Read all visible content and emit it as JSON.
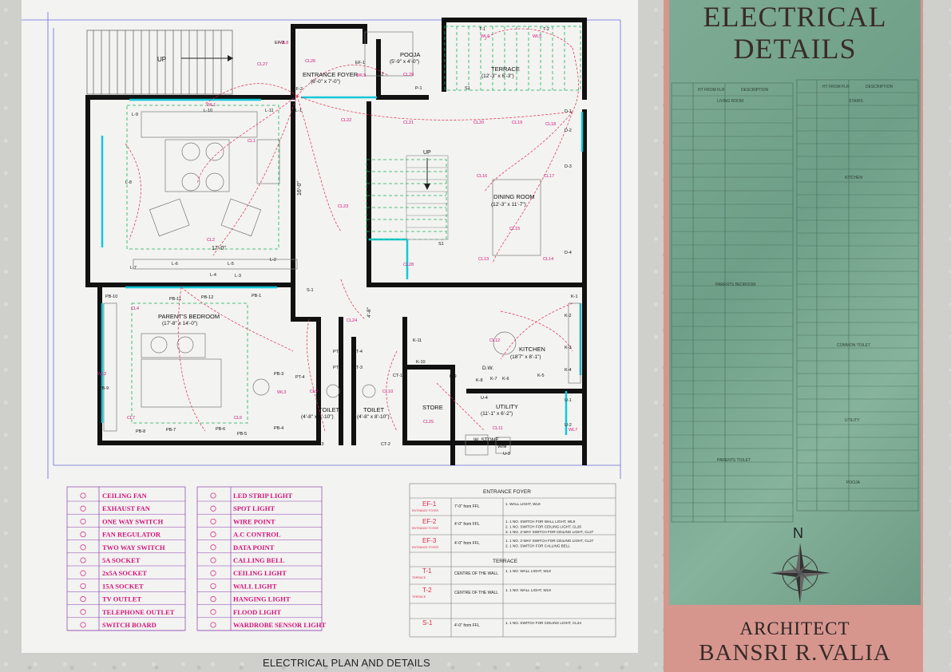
{
  "caption": "ELECTRICAL PLAN AND DETAILS",
  "panel": {
    "title_line1": "ELECTRICAL",
    "title_line2": "DETAILS",
    "architect_label": "ARCHITECT",
    "architect_name": "BANSRI R.VALIA",
    "north": "N"
  },
  "rooms": {
    "entrance": {
      "name": "ENTRANCE FOYER",
      "dim": "(8'-0\" x 7'-0\")"
    },
    "pooja": {
      "name": "POOJA",
      "dim": "(5'-9\" x 4'-0\")"
    },
    "terrace": {
      "name": "TERRACE",
      "dim": "(12'-3\" x 6'-3\")"
    },
    "dining": {
      "name": "DINING ROOM",
      "dim": "(12'-3\" x 11'-7\")"
    },
    "parents": {
      "name": "PARENT'S BEDROOM",
      "dim": "(17'-8\" x 14'-0\")"
    },
    "kitchen": {
      "name": "KITCHEN",
      "dim": "(18'7\" x 8'-1\")"
    },
    "toilet1": {
      "name": "TOILET",
      "dim": "(4'-8\" x 8'-10\")"
    },
    "toilet2": {
      "name": "TOILET",
      "dim": "(4'-8\" x 8'-10\")"
    },
    "store": {
      "name": "STORE"
    },
    "utility": {
      "name": "UTILITY",
      "dim": "(11'-1\" x 6'-2\")"
    },
    "up1": "UP",
    "up2": "UP",
    "dim17": "17'-0\"",
    "dim16": "16'-0\"",
    "dim4": "4'-8\"",
    "wstone": "W. STONE",
    "wm": "WM",
    "dw": "D.W."
  },
  "legend_left": [
    {
      "label": "CEILING FAN",
      "icon": "ceiling-fan-icon"
    },
    {
      "label": "EXHAUST FAN",
      "icon": "exhaust-fan-icon"
    },
    {
      "label": "ONE WAY SWITCH",
      "icon": "one-way-switch-icon"
    },
    {
      "label": "FAN REGULATOR",
      "icon": "fan-regulator-icon"
    },
    {
      "label": "TWO WAY SWITCH",
      "icon": "two-way-switch-icon"
    },
    {
      "label": "5A SOCKET",
      "icon": "socket-5a-icon"
    },
    {
      "label": "2x5A SOCKET",
      "icon": "socket-2x5a-icon"
    },
    {
      "label": "15A SOCKET",
      "icon": "socket-15a-icon"
    },
    {
      "label": "TV OUTLET",
      "icon": "tv-outlet-icon"
    },
    {
      "label": "TELEPHONE OUTLET",
      "icon": "telephone-outlet-icon"
    },
    {
      "label": "SWITCH BOARD",
      "icon": "switch-board-icon"
    }
  ],
  "legend_right": [
    {
      "label": "LED STRIP LIGHT",
      "icon": "led-strip-icon"
    },
    {
      "label": "SPOT LIGHT",
      "icon": "spot-light-icon"
    },
    {
      "label": "WIRE POINT",
      "icon": "wire-point-icon"
    },
    {
      "label": "A.C CONTROL",
      "icon": "ac-control-icon"
    },
    {
      "label": "DATA POINT",
      "icon": "data-point-icon"
    },
    {
      "label": "CALLING BELL",
      "icon": "calling-bell-icon"
    },
    {
      "label": "CEILING LIGHT",
      "icon": "ceiling-light-icon"
    },
    {
      "label": "WALL LIGHT",
      "icon": "wall-light-icon"
    },
    {
      "label": "HANGING LIGHT",
      "icon": "hanging-light-icon"
    },
    {
      "label": "FLOOD LIGHT",
      "icon": "flood-light-icon"
    },
    {
      "label": "WARDROBE SENSOR LIGHT",
      "icon": "wardrobe-sensor-icon"
    }
  ],
  "schedule": {
    "section1": "ENTRANCE FOYER",
    "section2": "TERRACE",
    "rows": [
      {
        "code": "EF-1",
        "loc": "ENTRANCE FOYER",
        "height": "7'-0\" from FFL",
        "desc": [
          "1. WALL LIGHT, WL9"
        ]
      },
      {
        "code": "EF-2",
        "loc": "ENTRANCE FOYER",
        "height": "4'-0\" from FFL",
        "desc": [
          "1. 1 NO. SWITCH FOR WALL LIGHT, WL9",
          "2. 1 NO. SWITCH FOR CEILING LIGHT, CL26",
          "3. 1 NO. 2-WAY SWITCH FOR CEILING LIGHT, CL27"
        ]
      },
      {
        "code": "EF-3",
        "loc": "ENTRANCE FOYER",
        "height": "4'-0\" from FFL",
        "desc": [
          "1. 1 NO. 2-WAY SWITCH FOR CEILING LIGHT, CL27",
          "2. 1 NO. SWITCH FOR CALLING BELL"
        ]
      },
      {
        "code": "T-1",
        "loc": "TERRACE",
        "height": "CENTRE OF THE WALL",
        "desc": [
          "1. 1 NO. WALL LIGHT, WL8"
        ]
      },
      {
        "code": "T-2",
        "loc": "TERRACE",
        "height": "CENTRE OF THE WALL",
        "desc": [
          "1. 1 NO. WALL LIGHT, WL9"
        ]
      },
      {
        "code": "S-1",
        "loc": "",
        "height": "4'-0\" from FFL",
        "desc": [
          "1. 1 NO. SWITCH FOR CEILING LIGHT, CL24"
        ]
      }
    ]
  },
  "mini_tables": {
    "left_header": [
      "HT FROM FLR",
      "DESCRIPTION"
    ],
    "right_header": [
      "HT FROM FLR",
      "DESCRIPTION"
    ],
    "left_sections": [
      "LIVING ROOM",
      "PARENTS BEDROOM",
      "PARENTS TOILET"
    ],
    "right_sections": [
      "STAIRS",
      "KITCHEN",
      "COMMON TOILET",
      "UTILITY",
      "POOJA"
    ]
  }
}
